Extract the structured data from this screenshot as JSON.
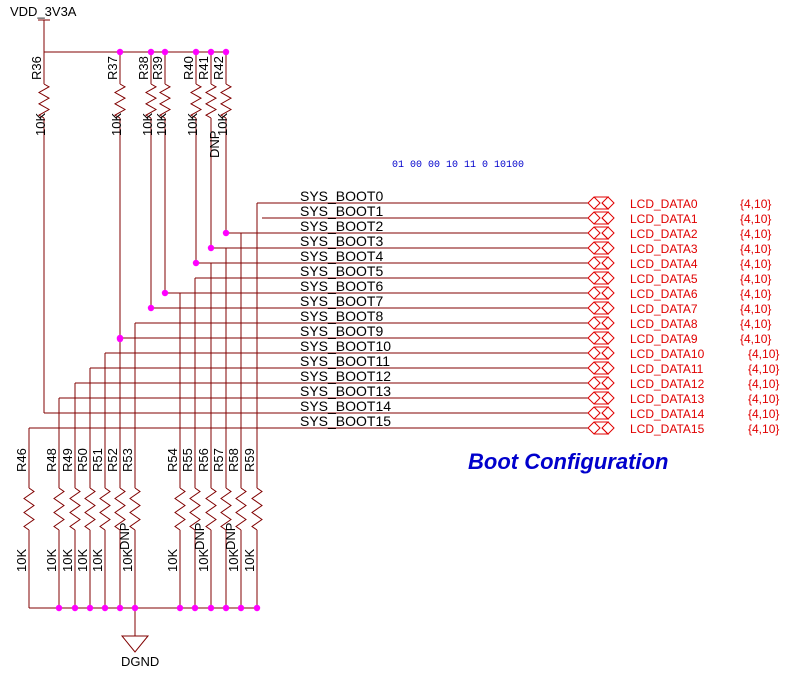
{
  "power": {
    "label": "VDD_3V3A"
  },
  "ground": {
    "label": "DGND"
  },
  "title": "Boot Configuration",
  "note": "01 00 00 10 11 0 10100",
  "pullups": [
    {
      "ref": "R36",
      "value": "10K",
      "dnp": ""
    },
    {
      "ref": "R37",
      "value": "10K",
      "dnp": ""
    },
    {
      "ref": "R38",
      "value": "10K",
      "dnp": ""
    },
    {
      "ref": "R39",
      "value": "10K",
      "dnp": ""
    },
    {
      "ref": "R40",
      "value": "10K",
      "dnp": ""
    },
    {
      "ref": "R41",
      "value": "",
      "dnp": "DNP"
    },
    {
      "ref": "R42",
      "value": "10K",
      "dnp": ""
    }
  ],
  "pulldowns": [
    {
      "ref": "R46",
      "value": "10K",
      "dnp": ""
    },
    {
      "ref": "R48",
      "value": "10K",
      "dnp": ""
    },
    {
      "ref": "R49",
      "value": "10K",
      "dnp": ""
    },
    {
      "ref": "R50",
      "value": "10K",
      "dnp": ""
    },
    {
      "ref": "R51",
      "value": "10K",
      "dnp": ""
    },
    {
      "ref": "R52",
      "value": "",
      "dnp": "DNP"
    },
    {
      "ref": "R53",
      "value": "10K",
      "dnp": ""
    },
    {
      "ref": "R54",
      "value": "10K",
      "dnp": ""
    },
    {
      "ref": "R55",
      "value": "",
      "dnp": "DNP"
    },
    {
      "ref": "R56",
      "value": "10K",
      "dnp": ""
    },
    {
      "ref": "R57",
      "value": "",
      "dnp": "DNP"
    },
    {
      "ref": "R58",
      "value": "10K",
      "dnp": ""
    },
    {
      "ref": "R59",
      "value": "10K",
      "dnp": ""
    }
  ],
  "nets": [
    {
      "name": "SYS_BOOT0",
      "port": "LCD_DATA0",
      "ref": "{4,10}"
    },
    {
      "name": "SYS_BOOT1",
      "port": "LCD_DATA1",
      "ref": "{4,10}"
    },
    {
      "name": "SYS_BOOT2",
      "port": "LCD_DATA2",
      "ref": "{4,10}"
    },
    {
      "name": "SYS_BOOT3",
      "port": "LCD_DATA3",
      "ref": "{4,10}"
    },
    {
      "name": "SYS_BOOT4",
      "port": "LCD_DATA4",
      "ref": "{4,10}"
    },
    {
      "name": "SYS_BOOT5",
      "port": "LCD_DATA5",
      "ref": "{4,10}"
    },
    {
      "name": "SYS_BOOT6",
      "port": "LCD_DATA6",
      "ref": "{4,10}"
    },
    {
      "name": "SYS_BOOT7",
      "port": "LCD_DATA7",
      "ref": "{4,10}"
    },
    {
      "name": "SYS_BOOT8",
      "port": "LCD_DATA8",
      "ref": "{4,10}"
    },
    {
      "name": "SYS_BOOT9",
      "port": "LCD_DATA9",
      "ref": "{4,10}"
    },
    {
      "name": "SYS_BOOT10",
      "port": "LCD_DATA10",
      "ref": "{4,10}"
    },
    {
      "name": "SYS_BOOT11",
      "port": "LCD_DATA11",
      "ref": "{4,10}"
    },
    {
      "name": "SYS_BOOT12",
      "port": "LCD_DATA12",
      "ref": "{4,10}"
    },
    {
      "name": "SYS_BOOT13",
      "port": "LCD_DATA13",
      "ref": "{4,10}"
    },
    {
      "name": "SYS_BOOT14",
      "port": "LCD_DATA14",
      "ref": "{4,10}"
    },
    {
      "name": "SYS_BOOT15",
      "port": "LCD_DATA15",
      "ref": "{4,10}"
    }
  ]
}
